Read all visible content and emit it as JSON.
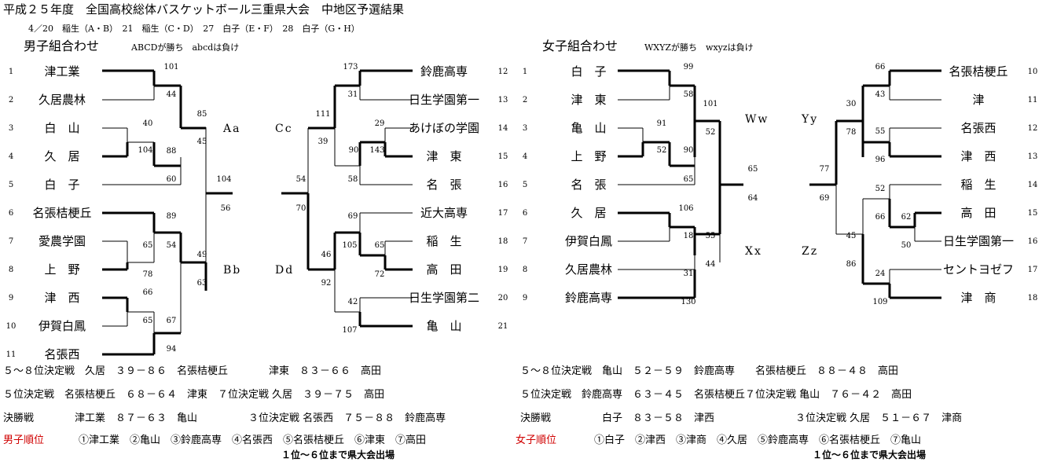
{
  "header": {
    "title": "平成２５年度　全国高校総体バスケットボール三重県大会　中地区予選結果",
    "schedule": "4／20　稲生（A・B）　21　稲生（C・D）　27　白子（E・F）　28　白子（G・H）"
  },
  "boys": {
    "title": "男子組合わせ",
    "note": "ABCDが勝ち　abcdは負け",
    "left": [
      {
        "num": "1",
        "name": "津工業"
      },
      {
        "num": "2",
        "name": "久居農林"
      },
      {
        "num": "3",
        "name": "白　山"
      },
      {
        "num": "4",
        "name": "久　居"
      },
      {
        "num": "5",
        "name": "白　子"
      },
      {
        "num": "6",
        "name": "名張桔梗丘"
      },
      {
        "num": "7",
        "name": "愛農学園"
      },
      {
        "num": "8",
        "name": "上　野"
      },
      {
        "num": "9",
        "name": "津　西"
      },
      {
        "num": "10",
        "name": "伊賀白鳳"
      },
      {
        "num": "11",
        "name": "名張西"
      }
    ],
    "right": [
      {
        "num": "12",
        "name": "鈴鹿高専"
      },
      {
        "num": "13",
        "name": "日生学園第一"
      },
      {
        "num": "14",
        "name": "あけぼの学園"
      },
      {
        "num": "15",
        "name": "津　東"
      },
      {
        "num": "16",
        "name": "名　張"
      },
      {
        "num": "17",
        "name": "近大高専"
      },
      {
        "num": "18",
        "name": "稲　生"
      },
      {
        "num": "19",
        "name": "高　田"
      },
      {
        "num": "20",
        "name": "日生学園第二"
      },
      {
        "num": "21",
        "name": "亀　山"
      }
    ],
    "labels": {
      "Aa": "Aa",
      "Bb": "Bb",
      "Cc": "Cc",
      "Dd": "Dd"
    },
    "scores_left": [
      "101",
      "44",
      "40",
      "104",
      "88",
      "60",
      "85",
      "45",
      "104",
      "56",
      "89",
      "54",
      "65",
      "78",
      "49",
      "66",
      "65",
      "67",
      "63",
      "94"
    ],
    "scores_right": [
      "173",
      "31",
      "111",
      "29",
      "90",
      "143",
      "39",
      "58",
      "54",
      "70",
      "69",
      "105",
      "65",
      "72",
      "46",
      "92",
      "42",
      "107"
    ]
  },
  "girls": {
    "title": "女子組合わせ",
    "note": "WXYZが勝ち　wxyzは負け",
    "left": [
      {
        "num": "1",
        "name": "白　子"
      },
      {
        "num": "2",
        "name": "津　東"
      },
      {
        "num": "3",
        "name": "亀　山"
      },
      {
        "num": "4",
        "name": "上　野"
      },
      {
        "num": "5",
        "name": "名　張"
      },
      {
        "num": "6",
        "name": "久　居"
      },
      {
        "num": "7",
        "name": "伊賀白鳳"
      },
      {
        "num": "8",
        "name": "久居農林"
      },
      {
        "num": "9",
        "name": "鈴鹿高専"
      }
    ],
    "right": [
      {
        "num": "10",
        "name": "名張桔梗丘"
      },
      {
        "num": "11",
        "name": "津"
      },
      {
        "num": "12",
        "name": "名張西"
      },
      {
        "num": "13",
        "name": "津　西"
      },
      {
        "num": "14",
        "name": "稲　生"
      },
      {
        "num": "15",
        "name": "高　田"
      },
      {
        "num": "16",
        "name": "日生学園第一"
      },
      {
        "num": "17",
        "name": "セントヨゼフ"
      },
      {
        "num": "18",
        "name": "津　商"
      }
    ],
    "labels": {
      "Ww": "Ww",
      "Xx": "Xx",
      "Yy": "Yy",
      "Zz": "Zz"
    },
    "scores_left": [
      "99",
      "58",
      "91",
      "52",
      "90",
      "65",
      "101",
      "52",
      "65",
      "64",
      "106",
      "18",
      "55",
      "31",
      "130",
      "44"
    ],
    "scores_right": [
      "66",
      "43",
      "30",
      "55",
      "78",
      "96",
      "77",
      "69",
      "52",
      "66",
      "62",
      "50",
      "45",
      "86",
      "24",
      "109"
    ]
  },
  "results": {
    "boys_row1": "５～８位決定戦　久居　３９－８６　名張桔梗丘　　　　津東　８３－６６　高田",
    "boys_row2": "５位決定戦　名張桔梗丘　６８－６４　津東　７位決定戦 久居　３９－７５　高田",
    "boys_row3": "決勝戦　　　　津工業　８７－６３　亀山　　　　　３位決定戦 名張西　７５－８８　鈴鹿高専",
    "girls_row1": "５～８位決定戦　亀山　５２－５９　鈴鹿高専　　名張桔梗丘　８８－４８　高田",
    "girls_row2": "５位決定戦　鈴鹿高専　６３－４５　名張桔梗丘７位決定戦 亀山　７６－４２　高田",
    "girls_row3a": "決勝戦　　　　　白子　８３－５８　津西",
    "girls_row3b": "３位決定戦 久居　５１－６７　津商",
    "boys_rank_label": "男子順位",
    "boys_rank": "①津工業　②亀山　③鈴鹿高専　④名張西　⑤名張桔梗丘　⑥津東　⑦高田",
    "girls_rank_label": "女子順位",
    "girls_rank": "①白子　②津西　③津商　④久居　⑤鈴鹿高専　⑥名張桔梗丘　⑦亀山",
    "boys_qualify": "１位～６位まで県大会出場",
    "girls_qualify": "１位～６位まで県大会出場"
  },
  "colors": {
    "rank_label": "#d00000"
  }
}
